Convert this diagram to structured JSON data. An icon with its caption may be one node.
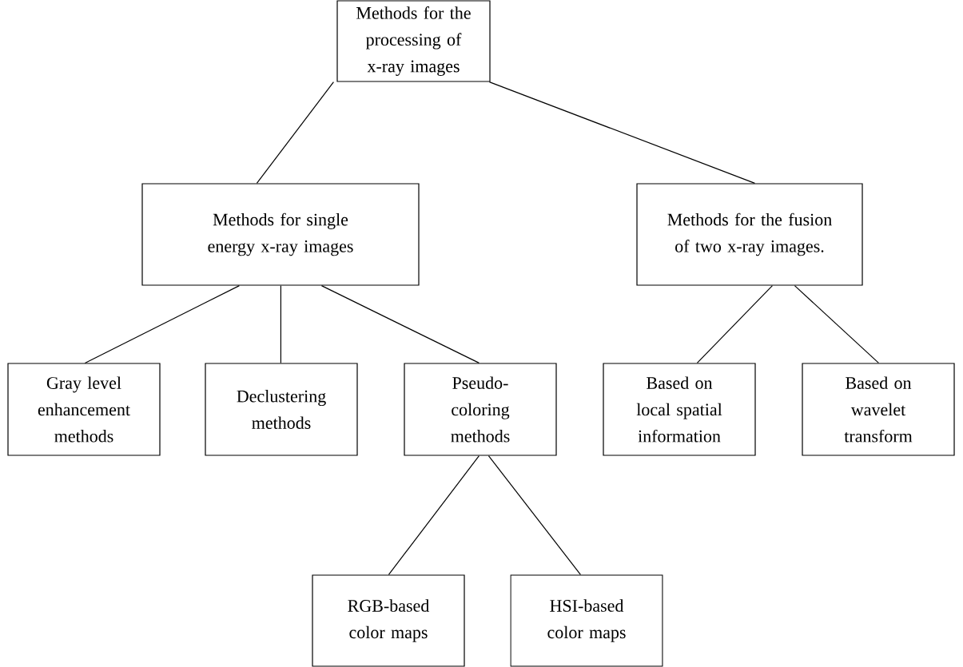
{
  "diagram": {
    "nodes": [
      {
        "text": [
          "Methods for the processing of x-ray images"
        ]
      },
      {
        "text": [
          "Methods for single energy x-ray images"
        ]
      },
      {
        "text": [
          "Methods for the fusion of two x-ray images."
        ]
      },
      {
        "text": [
          "Gray level enhancement methods"
        ]
      },
      {
        "text": [
          "Declustering methods"
        ]
      },
      {
        "text": [
          "Pseudo-coloring methods"
        ]
      },
      {
        "text": [
          "Based on local spatial information"
        ]
      },
      {
        "text": [
          "Based on wavelet transform"
        ]
      },
      {
        "text": [
          "RGB-based color maps"
        ]
      },
      {
        "text": [
          "HSI-based color maps"
        ]
      }
    ],
    "edges": [
      {
        "from": 0,
        "to": 1,
        "arrow": "none"
      },
      {
        "from": 0,
        "to": 2,
        "arrow": "none"
      },
      {
        "from": 1,
        "to": 3,
        "arrow": "none"
      },
      {
        "from": 1,
        "to": 4,
        "arrow": "none"
      },
      {
        "from": 1,
        "to": 5,
        "arrow": "none"
      },
      {
        "from": 2,
        "to": 6,
        "arrow": "none"
      },
      {
        "from": 2,
        "to": 7,
        "arrow": "none"
      },
      {
        "from": 5,
        "to": 8,
        "arrow": "none"
      },
      {
        "from": 5,
        "to": 9,
        "arrow": "none"
      }
    ]
  }
}
